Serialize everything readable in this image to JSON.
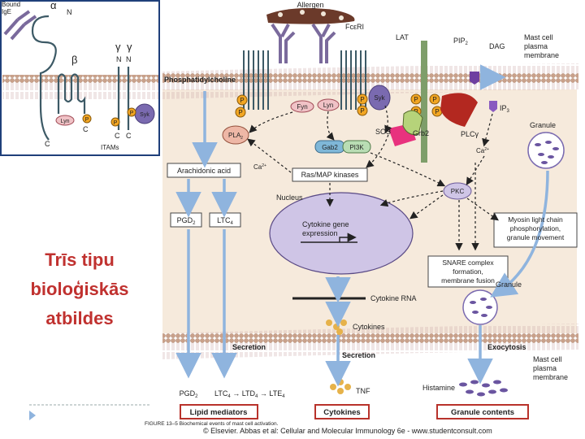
{
  "slide_title": [
    "Trīs tipu",
    "bioloģiskās",
    "atbildes"
  ],
  "inset": {
    "labels": {
      "bound_ige": [
        "Bound",
        "IgE"
      ],
      "alpha": "α",
      "beta": "β",
      "gamma1": "γ",
      "gamma2": "γ",
      "n1": "N",
      "n2": "N",
      "n3": "N",
      "c1": "C",
      "c2": "C",
      "c3": "C",
      "c4": "C",
      "lyn": "Lyn",
      "syk": "Syk",
      "p": "P",
      "itams": "ITAMs"
    }
  },
  "diagram": {
    "allergen": "Allergen",
    "fceri": "FcεRI",
    "lat": "LAT",
    "pip2": "PIP",
    "pip2_sub": "2",
    "dag": "DAG",
    "mast_membrane_top": [
      "Mast cell",
      "plasma",
      "membrane"
    ],
    "phosphatidylcholine": "Phosphatidylcholine",
    "fyn": "Fyn",
    "lyn": "Lyn",
    "syk": "Syk",
    "sos": "SOS",
    "grb2": "Grb2",
    "plcg": "PLCγ",
    "ip3": "IP",
    "ip3_sub": "3",
    "granule_top": "Granule",
    "pla2": "PLA",
    "pla2_sub": "2",
    "gab2": "Gab2",
    "pi3k": "PI3K",
    "ca1": "Ca",
    "ca2": "Ca",
    "ca_sup": "2+",
    "arachidonic_acid": "Arachidonic acid",
    "ras_map": "Ras/MAP kinases",
    "pkc": "PKC",
    "nucleus": "Nucleus",
    "cytokine_gene": [
      "Cytokine gene",
      "expression"
    ],
    "myosin": [
      "Myosin light chain",
      "phosphorylation,",
      "granule movement"
    ],
    "pgd2_box": "PGD",
    "ltc4_box": "LTC",
    "snare": [
      "SNARE complex",
      "formation,",
      "membrane fusion"
    ],
    "cytokine_rna": "Cytokine RNA",
    "granule_bottom": "Granule",
    "cytokines": "Cytokines",
    "secretion1": "Secretion",
    "secretion2": "Secretion",
    "exocytosis": "Exocytosis",
    "mast_membrane_bottom": [
      "Mast cell",
      "plasma",
      "membrane"
    ],
    "pgd2_out": "PGD",
    "ltc4_chain": [
      "LTC",
      "LTD",
      "LTE"
    ],
    "tnf": "TNF",
    "histamine": "Histamine",
    "lipid_mediators": "Lipid mediators",
    "cytokines_box": "Cytokines",
    "granule_contents": "Granule contents",
    "sub2": "2",
    "sub4": "4",
    "p": "P"
  },
  "caption_fragment": "FIGURE 13–5 Biochemical events of mast cell activation.",
  "footer": "© Elsevier. Abbas et al: Cellular and Molecular Immunology 6e - www.studentconsult.com",
  "colors": {
    "title_red": "#c0312f",
    "membrane_head": "#c9a18a",
    "cytoplasm": "#f6eadc",
    "nucleus": "#cfc5e6",
    "arrow_blue": "#8fb4de",
    "receptor_purple": "#7a6a9c",
    "outline_red": "#b8322b"
  }
}
